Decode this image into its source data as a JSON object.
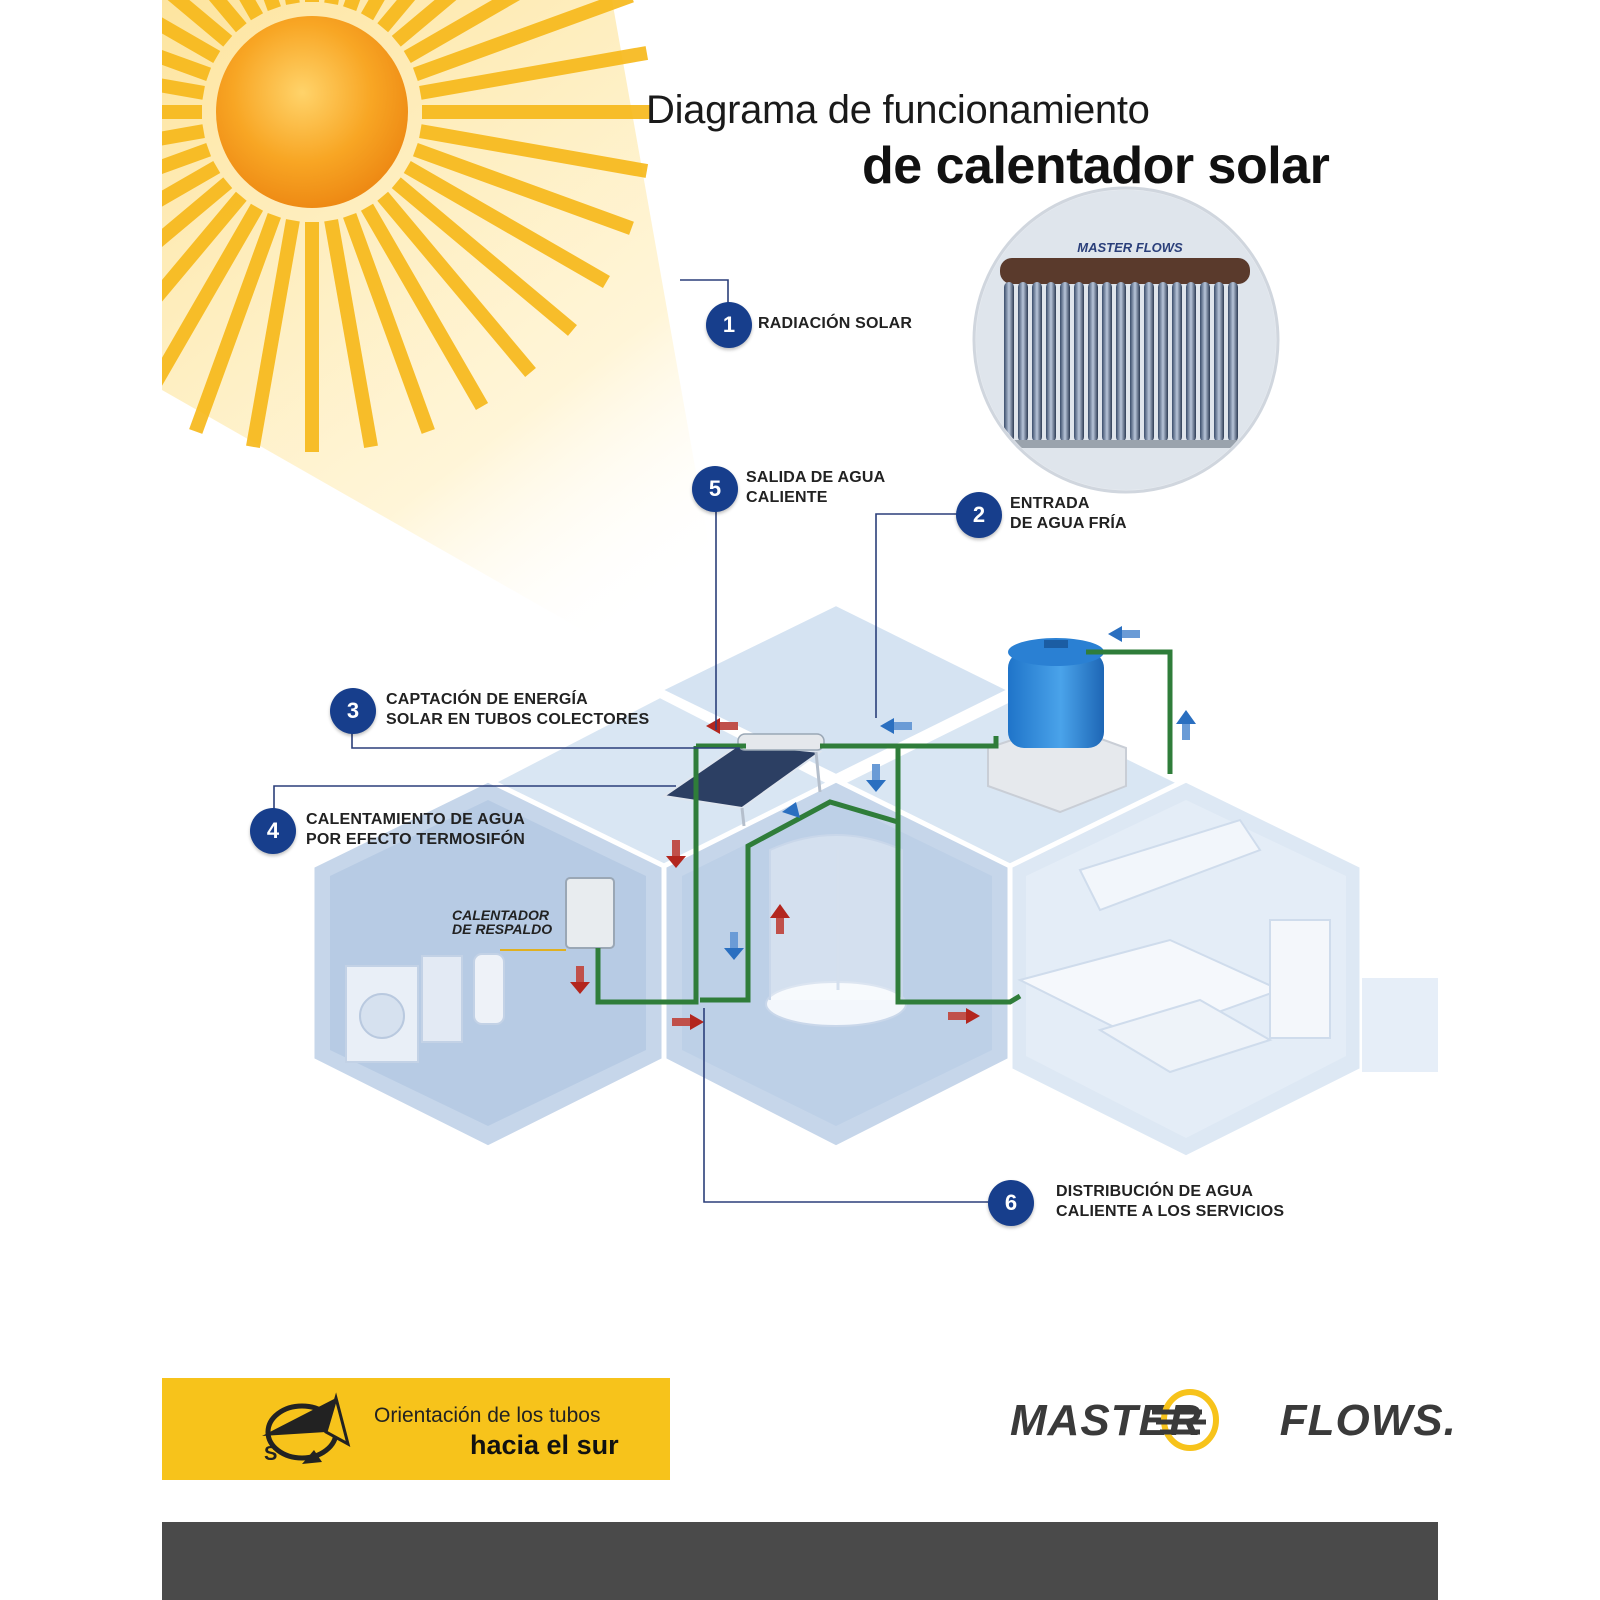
{
  "title": {
    "line1": "Diagrama de funcionamiento",
    "line2": "de calentador solar"
  },
  "steps": [
    {
      "number": "1",
      "line1": "RADIACIÓN SOLAR",
      "line2": ""
    },
    {
      "number": "2",
      "line1": "ENTRADA",
      "line2": "DE AGUA FRÍA"
    },
    {
      "number": "3",
      "line1": "CAPTACIÓN DE ENERGÍA",
      "line2": "SOLAR EN TUBOS COLECTORES"
    },
    {
      "number": "4",
      "line1": "CALENTAMIENTO DE AGUA",
      "line2": "POR EFECTO TERMOSIFÓN"
    },
    {
      "number": "5",
      "line1": "SALIDA DE AGUA",
      "line2": "CALIENTE"
    },
    {
      "number": "6",
      "line1": "DISTRIBUCIÓN DE AGUA",
      "line2": "CALIENTE A LOS SERVICIOS"
    }
  ],
  "backup_heater": {
    "line1": "CALENTADOR",
    "line2": "DE RESPALDO"
  },
  "orientation": {
    "line1": "Orientación de los tubos",
    "line2": "hacia el sur",
    "compass_letter": "S",
    "icon": "compass-icon"
  },
  "brand": {
    "part1": "MASTER",
    "part2": "FLOWS.",
    "panel_logo": "MASTER FLOWS"
  },
  "colors": {
    "accent_yellow": "#f7c31b",
    "badge_blue": "#173e8c",
    "pipe_green": "#2f7d3a",
    "hot_arrow": "#b3261e",
    "cold_arrow": "#2a6fc0",
    "footer": "#4a4a4a"
  }
}
